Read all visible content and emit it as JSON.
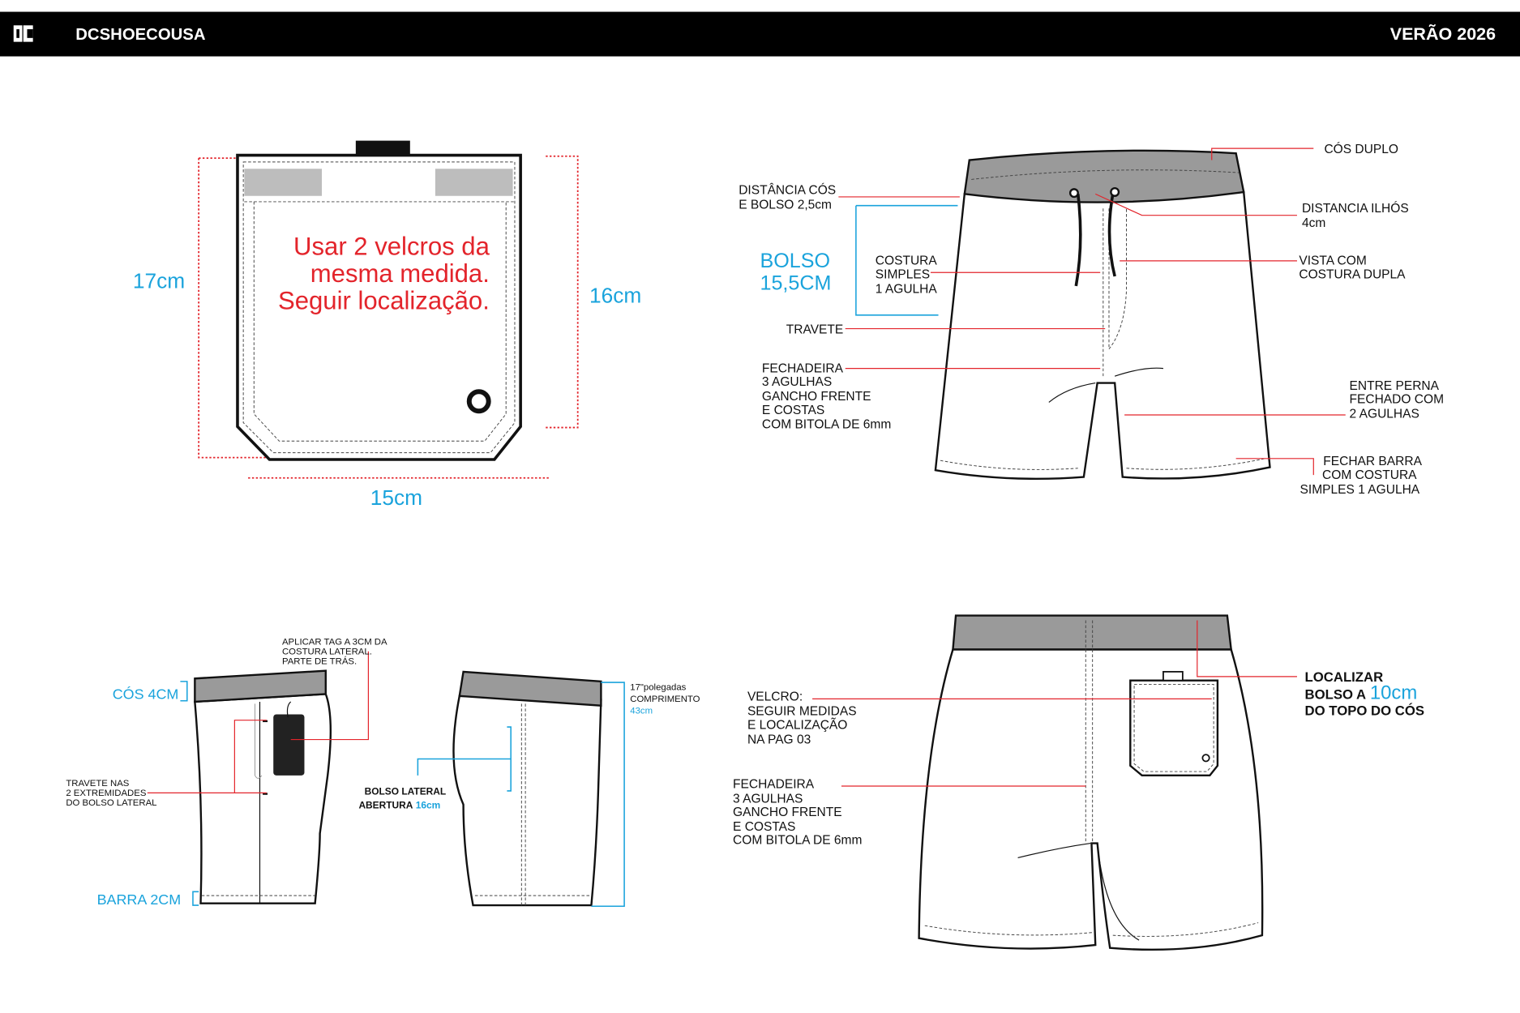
{
  "header": {
    "brand": "DCSHOECOUSA",
    "brand_bold_prefix": "DC",
    "brand_mid": "SHOECO",
    "brand_suffix": "USA",
    "season": "VERÃO 2026",
    "logo_icon": "dc-logo"
  },
  "pocket": {
    "note": [
      "Usar 2 velcros da",
      "mesma medida.",
      "Seguir localização."
    ],
    "height_left": "17cm",
    "height_right": "16cm",
    "width": "15cm"
  },
  "front": {
    "cos_duplo": "CÓS DUPLO",
    "distancia_cos": [
      "DISTÂNCIA CÓS",
      "E BOLSO 2,5cm"
    ],
    "bolso": [
      "BOLSO",
      "15,5CM"
    ],
    "costura_simples": [
      "COSTURA",
      "SIMPLES",
      "1 AGULHA"
    ],
    "travete": "TRAVETE",
    "fechadeira": [
      "FECHADEIRA",
      "3 AGULHAS",
      "GANCHO FRENTE",
      "E COSTAS",
      "COM BITOLA DE 6mm"
    ],
    "distancia_ilhos": [
      "DISTANCIA ILHÓS",
      "4cm"
    ],
    "vista": [
      "VISTA COM",
      "COSTURA DUPLA"
    ],
    "entre_perna": [
      "ENTRE PERNA",
      "FECHADO COM",
      "2 AGULHAS"
    ],
    "fechar_barra": [
      "FECHAR BARRA",
      "COM COSTURA",
      "SIMPLES 1 AGULHA"
    ]
  },
  "side": {
    "aplicar_tag": [
      "APLICAR TAG A 3CM DA",
      "COSTURA LATERAL.",
      "PARTE DE TRÁS."
    ],
    "cos": "CÓS 4CM",
    "travete": [
      "TRAVETE  NAS",
      "2 EXTREMIDADES",
      "DO  BOLSO LATERAL"
    ],
    "barra": "BARRA 2CM",
    "bolso_lateral": "BOLSO  LATERAL",
    "abertura": "ABERTURA",
    "abertura_value": "16cm",
    "comprimento": [
      "17\"polegadas",
      "COMPRIMENTO"
    ],
    "comprimento_cm": "43cm"
  },
  "back": {
    "velcro": [
      "VELCRO:",
      "SEGUIR MEDIDAS",
      "E LOCALIZAÇÃO",
      "NA PAG 03"
    ],
    "fechadeira": [
      "FECHADEIRA",
      "3 AGULHAS",
      "GANCHO FRENTE",
      "E COSTAS",
      "COM BITOLA DE 6mm"
    ],
    "localizar": [
      "LOCALIZAR",
      "BOLSO A",
      "DO TOPO DO CÓS"
    ],
    "localizar_value": "10cm"
  },
  "colors": {
    "red": "#e3242b",
    "blue": "#1aa3dc",
    "header": "#000000"
  }
}
